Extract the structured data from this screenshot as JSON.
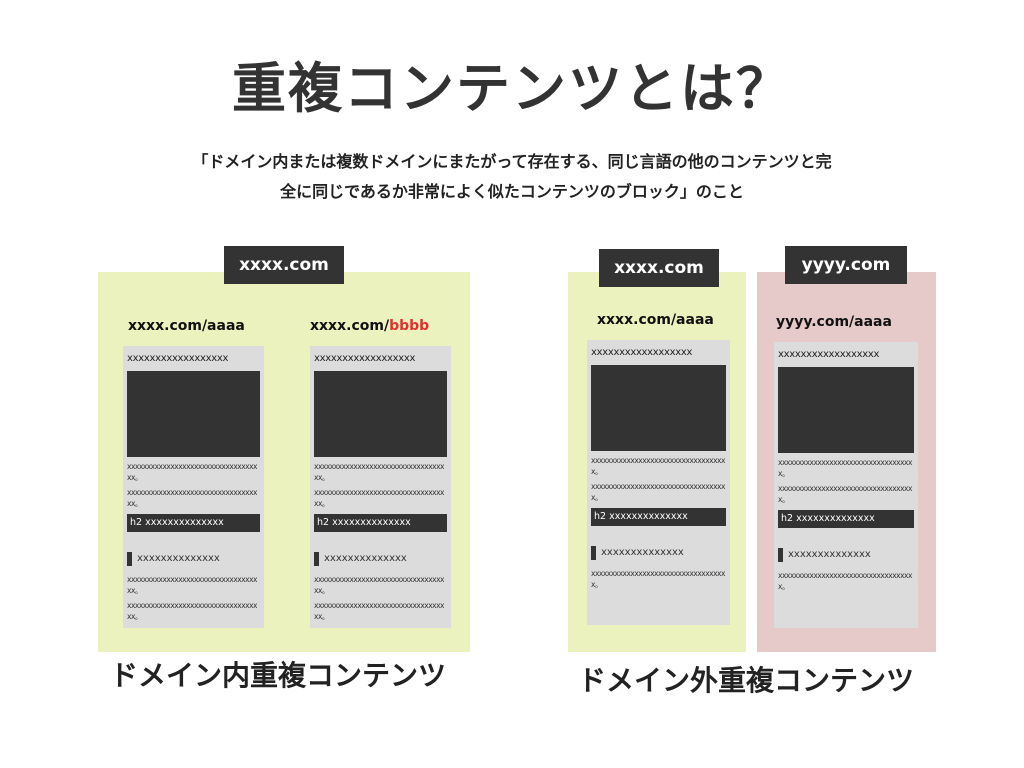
{
  "title": "重複コンテンツとは？",
  "definition": {
    "line1": "「ドメイン内または複数ドメインにまたがって存在する、同じ言語の他のコンテンツと完",
    "line2": "全に同じであるか非常によく似たコンテンツのブロック」のこと"
  },
  "colors": {
    "same_domain_bg": "#ebf2bd",
    "other_domain_bg": "#e6caca",
    "label_bg": "#333333",
    "highlight": "#e03030"
  },
  "mock": {
    "heading": "xxxxxxxxxxxxxxxxxx",
    "paragraph": "xxxxxxxxxxxxxxxxxxxxxxxxxxxxxxxxxxx。",
    "h2": "h2 xxxxxxxxxxxxxx",
    "h3": "xxxxxxxxxxxxxx"
  },
  "internal": {
    "domain_label": "xxxx.com",
    "page1_url": "xxxx.com/aaaa",
    "page2_url_prefix": "xxxx.com/",
    "page2_url_highlight": "bbbb",
    "caption": "ドメイン内重複コンテンツ"
  },
  "external": {
    "domain1_label": "xxxx.com",
    "page1_url": "xxxx.com/aaaa",
    "domain2_label": "yyyy.com",
    "page2_url": "yyyy.com/aaaa",
    "caption": "ドメイン外重複コンテンツ"
  }
}
